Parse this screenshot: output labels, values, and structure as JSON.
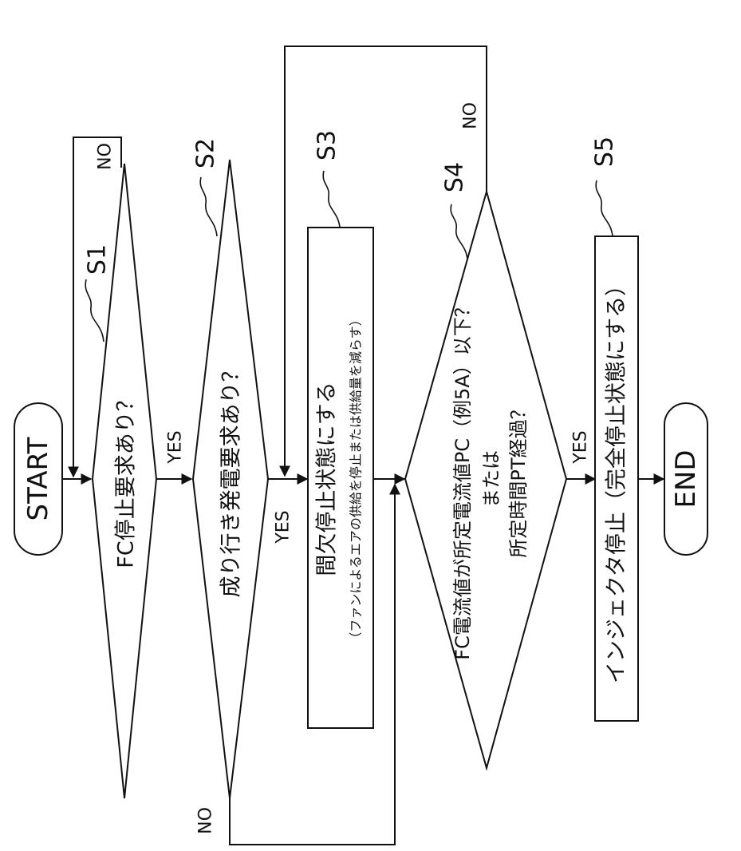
{
  "terminals": {
    "start": "START",
    "end": "END"
  },
  "steps": {
    "s1": {
      "id": "S1",
      "text": "FC停止要求あり？",
      "yes": "YES",
      "no": "NO"
    },
    "s2": {
      "id": "S2",
      "text": "成り行き発電要求あり？",
      "yes": "YES",
      "no": "NO"
    },
    "s3": {
      "id": "S3",
      "text": "間欠停止状態にする",
      "subtext": "（ファンによるエアの供給を停止または供給量を減らす）"
    },
    "s4": {
      "id": "S4",
      "line1": "FC電流値が所定電流値PC（例5A）以下？",
      "line2": "または",
      "line3": "所定時間PT経過？",
      "yes": "YES",
      "no": "NO"
    },
    "s5": {
      "id": "S5",
      "text": "インジェクタ停止（完全停止状態にする）"
    }
  }
}
